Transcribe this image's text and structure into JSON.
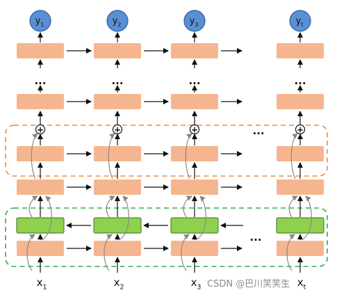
{
  "outputs": [
    {
      "base": "y",
      "sub": "1"
    },
    {
      "base": "y",
      "sub": "2"
    },
    {
      "base": "y",
      "sub": "3"
    },
    {
      "base": "y",
      "sub": "t"
    }
  ],
  "inputs": [
    {
      "base": "x",
      "sub": "1"
    },
    {
      "base": "x",
      "sub": "2"
    },
    {
      "base": "x",
      "sub": "3"
    },
    {
      "base": "x",
      "sub": "t"
    }
  ],
  "ellipsis": "...",
  "plus": "+",
  "watermark": "CSDN @巴川笑笑生",
  "colors": {
    "cell": "#f5b68f",
    "bidi": "#8fd14f",
    "node": "#5b8fd4",
    "arrow": "#111111",
    "skip": "#888888",
    "residual_box": "#f08a3c",
    "bidi_box": "#35a853"
  }
}
